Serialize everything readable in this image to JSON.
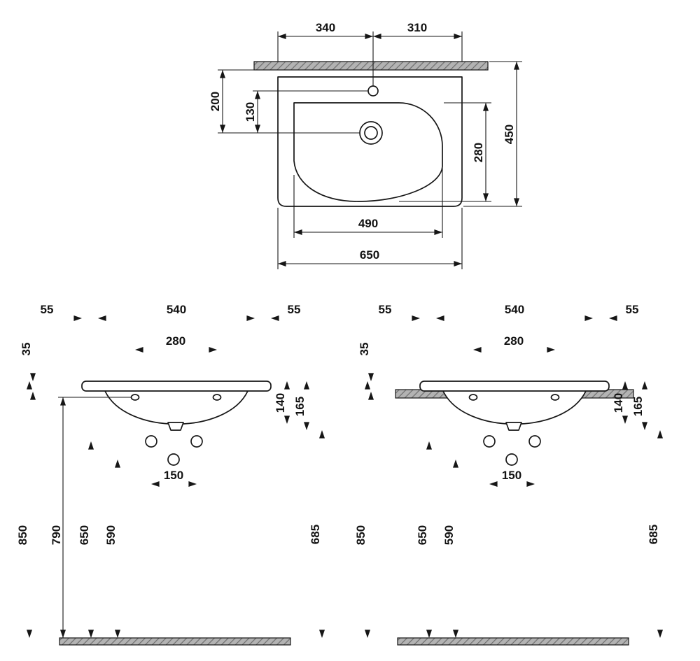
{
  "drawing": {
    "top_view": {
      "back_span_left": "340",
      "back_span_right": "310",
      "drain_depth": "200",
      "tap_to_drain": "130",
      "bowl_depth": "280",
      "overall_depth": "450",
      "bowl_width": "490",
      "overall_width": "650"
    },
    "front_view_left": {
      "margin_left": "55",
      "fixing_span": "540",
      "margin_right": "55",
      "rim_thickness": "35",
      "taphole_span": "280",
      "bowl_height": "140",
      "outlet_height": "165",
      "supply_span": "150",
      "rim_height": "850",
      "fixing_height": "790",
      "supply_height": "650",
      "waste_height": "590",
      "underside_clearance": "685"
    },
    "front_view_right": {
      "margin_left": "55",
      "fixing_span": "540",
      "margin_right": "55",
      "rim_thickness": "35",
      "taphole_span": "280",
      "bowl_height": "140",
      "outlet_height": "165",
      "supply_span": "150",
      "rim_height": "850",
      "supply_height": "650",
      "waste_height": "590",
      "underside_clearance": "685"
    }
  }
}
